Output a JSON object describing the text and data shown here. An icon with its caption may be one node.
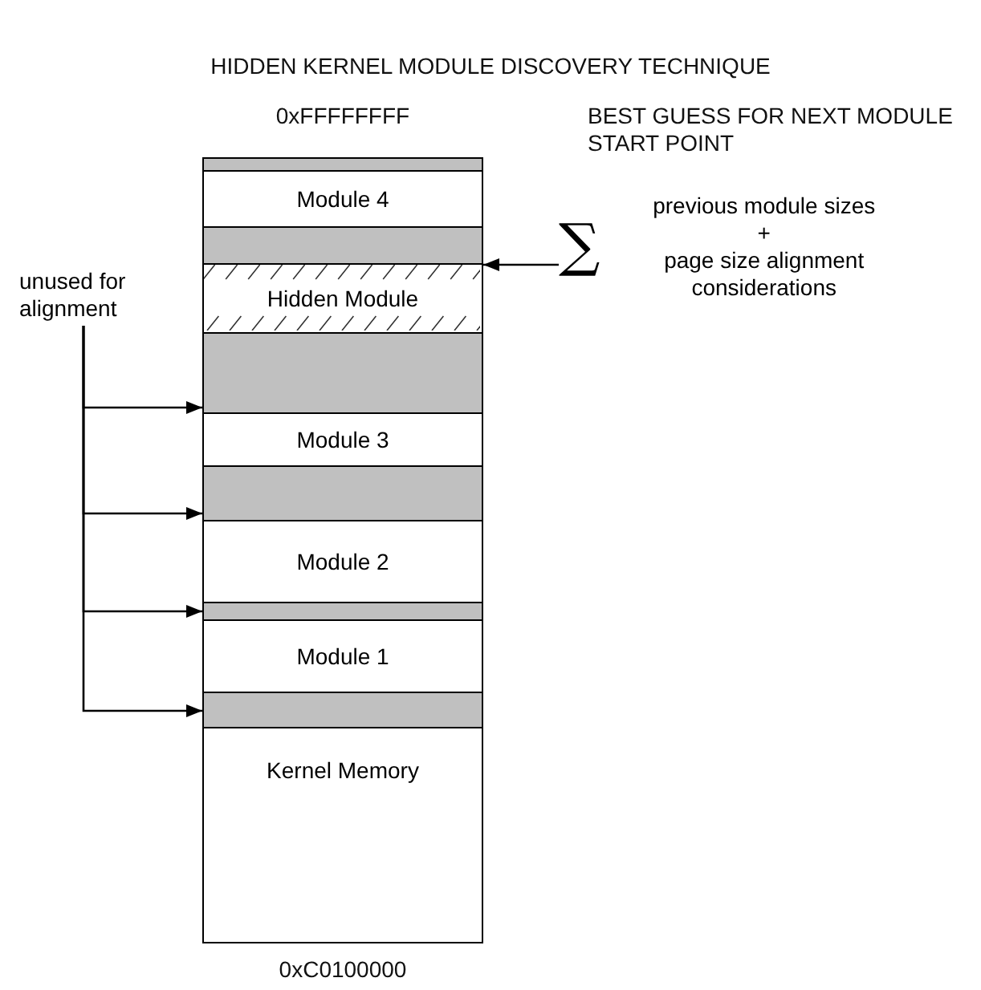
{
  "diagram": {
    "title": "HIDDEN KERNEL MODULE DISCOVERY TECHNIQUE",
    "nodes": [
      {
        "text": [],
        "shape": "bar"
      },
      {
        "text": [
          "Module 4"
        ]
      },
      {
        "text": [],
        "shape": "bar"
      },
      {
        "text": [
          "Hidden Module"
        ]
      },
      {
        "text": [],
        "shape": "bar"
      },
      {
        "text": [
          "Module 3"
        ]
      },
      {
        "text": [],
        "shape": "bar"
      },
      {
        "text": [
          "Module 2"
        ]
      },
      {
        "text": [],
        "shape": "bar"
      },
      {
        "text": [
          "Module 1"
        ]
      },
      {
        "text": [],
        "shape": "bar"
      },
      {
        "text": [
          "Kernel Memory"
        ]
      },
      {
        "text": [
          "unused for alignment"
        ]
      },
      {
        "text": [
          "∑",
          "previous module sizes",
          "+",
          "page size alignment considerations"
        ]
      }
    ],
    "edges": [
      {
        "from": 12,
        "to": 4,
        "arrow": "to"
      },
      {
        "from": 12,
        "to": 6,
        "arrow": "to"
      },
      {
        "from": 12,
        "to": 8,
        "arrow": "to"
      },
      {
        "from": 12,
        "to": 10,
        "arrow": "to"
      },
      {
        "from": 13,
        "to": 3,
        "arrow": "to"
      }
    ],
    "labels": [
      "0xFFFFFFFF",
      "BEST GUESS FOR NEXT MODULE START POINT",
      "0xC0100000"
    ]
  }
}
